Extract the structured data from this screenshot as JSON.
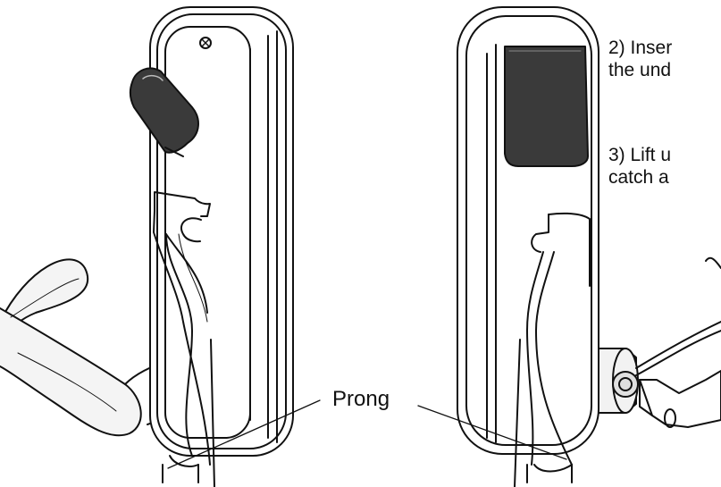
{
  "instructions": {
    "step2": [
      "2) Inser",
      "the und"
    ],
    "step3": [
      "3) Lift u",
      "catch a"
    ]
  },
  "callouts": {
    "prong": "Prong"
  },
  "colors": {
    "line": "#111111",
    "panel_fill": "#3a3a3a",
    "background": "#ffffff"
  }
}
